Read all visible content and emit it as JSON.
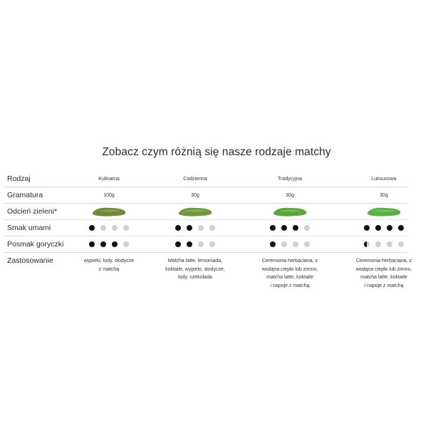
{
  "title": "Zobacz czym różnią się nasze rodzaje matchy",
  "rows": {
    "type": "Rodzaj",
    "weight": "Gramatura",
    "shade": "Odcień zieleni*",
    "umami": "Smak umami",
    "bitter": "Posmak goryczki",
    "usage": "Zastosowanie"
  },
  "products": [
    {
      "name": "Kulinarna",
      "weight": "100g",
      "color": "#6f8a3a",
      "umami": [
        1,
        0,
        0,
        0
      ],
      "bitter": [
        1,
        1,
        1,
        0
      ],
      "usage": "wypieki, lody, słodycze\nz matchą"
    },
    {
      "name": "Codzienna",
      "weight": "30g",
      "color": "#6e9a3c",
      "umami": [
        1,
        1,
        0,
        0
      ],
      "bitter": [
        1,
        1,
        0,
        0
      ],
      "usage": "Matcha latte, lemoniada,\nkoktaile, wypieki, słodycze,\nlody, czekolada"
    },
    {
      "name": "Tradycyjna",
      "weight": "30g",
      "color": "#5aa83a",
      "umami": [
        1,
        1,
        1,
        0
      ],
      "bitter": [
        1,
        0,
        0,
        0
      ],
      "usage": "Ceremonia herbaciana, z\nwodąna ciepło lub zimno,\nmatcha latte, koktaile\ni napoje z matchą"
    },
    {
      "name": "Luksusowa",
      "weight": "30g",
      "color": "#58b440",
      "umami": [
        1,
        1,
        1,
        1
      ],
      "bitter": [
        0.5,
        0,
        0,
        0
      ],
      "usage": "Ceremonia herbaciana, z\nwodąna ciepło lub zimno,\nmatcha latte, koktaile\ni napoje z matchą"
    }
  ]
}
